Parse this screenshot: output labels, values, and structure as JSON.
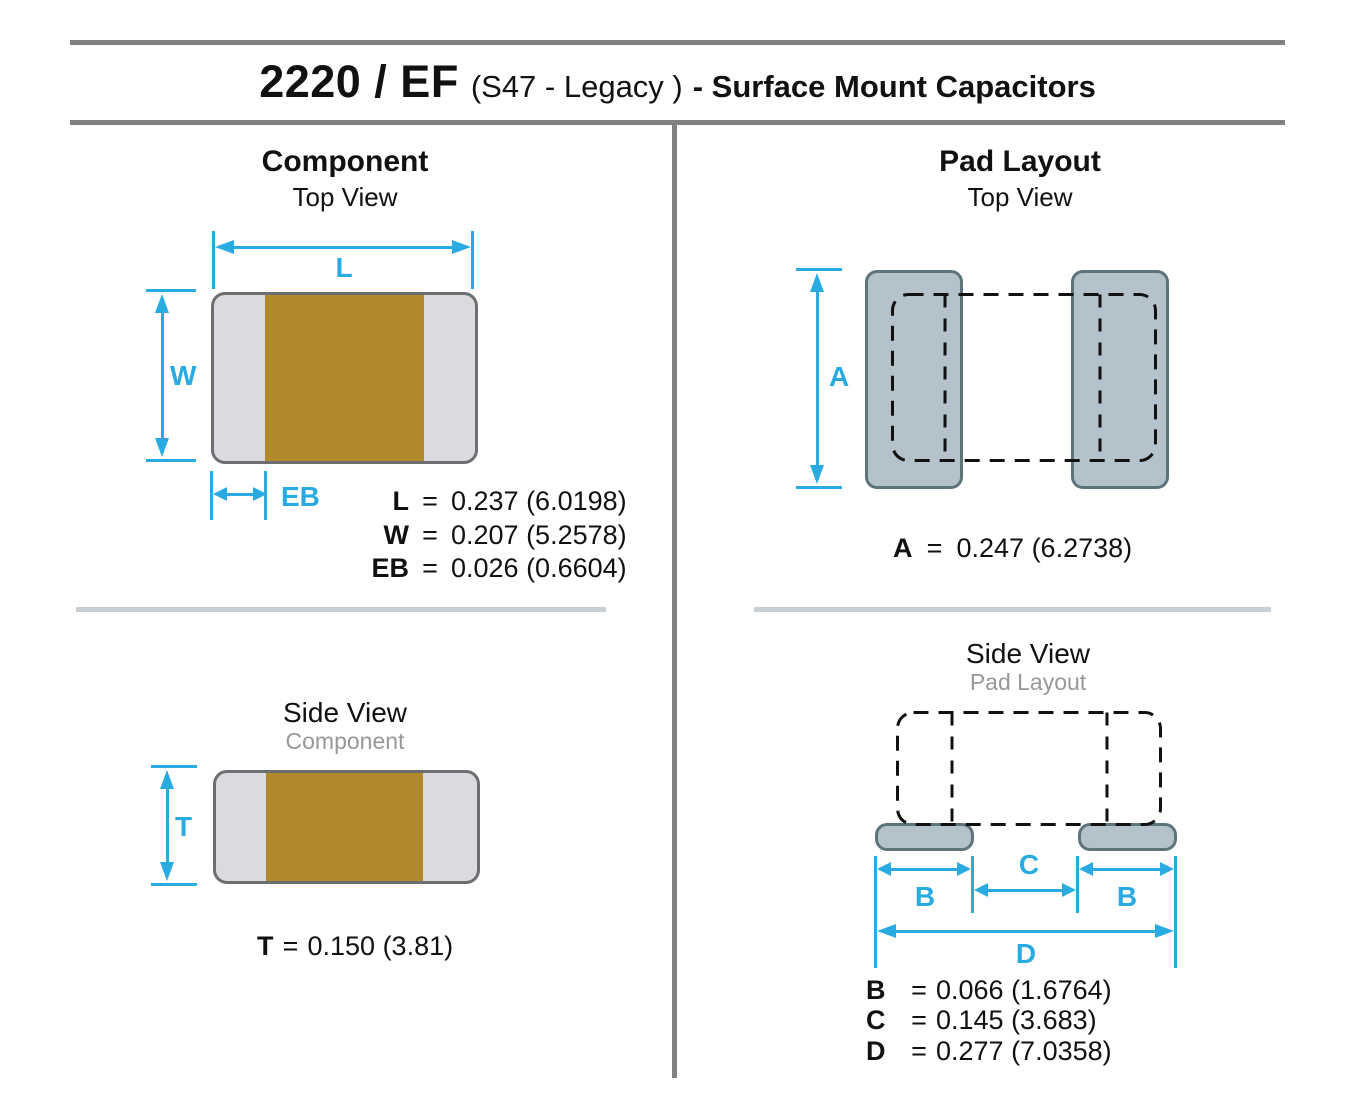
{
  "title": {
    "part_code": "2220 / EF",
    "series": "(S47 - Legacy )",
    "product": "- Surface Mount Capacitors"
  },
  "colors": {
    "accent": "#29abe2",
    "chip_body": "#b1892b",
    "chip_cap": "#d9dbde",
    "chip_border": "#6d6e71",
    "pad_fill": "#b4c3cb",
    "pad_border": "#5e747c",
    "divider_dark": "#7f8082",
    "divider_light": "#c9ced2",
    "subtitle_gray": "#96989a"
  },
  "sections": {
    "component_top": {
      "title": "Component",
      "subtitle": "Top View",
      "dim_l": "L",
      "dim_w": "W",
      "dim_eb": "EB",
      "values": [
        {
          "label": "L",
          "eq": "=",
          "value": "0.237 (6.0198)"
        },
        {
          "label": "W",
          "eq": "=",
          "value": "0.207 (5.2578)"
        },
        {
          "label": "EB",
          "eq": "=",
          "value": "0.026 (0.6604)"
        }
      ]
    },
    "pad_top": {
      "title": "Pad Layout",
      "subtitle": "Top View",
      "dim_a": "A",
      "value": {
        "label": "A",
        "eq": "=",
        "value": "0.247 (6.2738)"
      }
    },
    "component_side": {
      "title": "Side View",
      "subtitle": "Component",
      "dim_t": "T",
      "value": {
        "label": "T",
        "eq": "=",
        "value": "0.150 (3.81)"
      }
    },
    "pad_side": {
      "title": "Side View",
      "subtitle": "Pad Layout",
      "dim_b_left": "B",
      "dim_c": "C",
      "dim_b_right": "B",
      "dim_d": "D",
      "values": [
        {
          "label": "B",
          "eq": "=",
          "value": "0.066 (1.6764)"
        },
        {
          "label": "C",
          "eq": "=",
          "value": "0.145 (3.683)"
        },
        {
          "label": "D",
          "eq": "=",
          "value": "0.277 (7.0358)"
        }
      ]
    }
  }
}
